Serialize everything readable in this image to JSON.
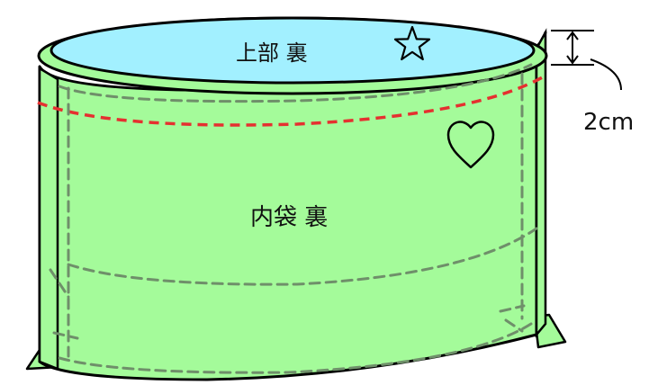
{
  "labels": {
    "top_back": "上部 裏",
    "inner_bag_back": "内袋 裏",
    "dimension": "2cm"
  },
  "symbols": {
    "star": "star-icon",
    "heart": "heart-icon"
  },
  "colors": {
    "bag_fill": "#a4fb9a",
    "top_fill": "#a2f0ff",
    "outline": "#000000",
    "stitch": "#6f8f6a",
    "fold_line": "#e53030"
  }
}
